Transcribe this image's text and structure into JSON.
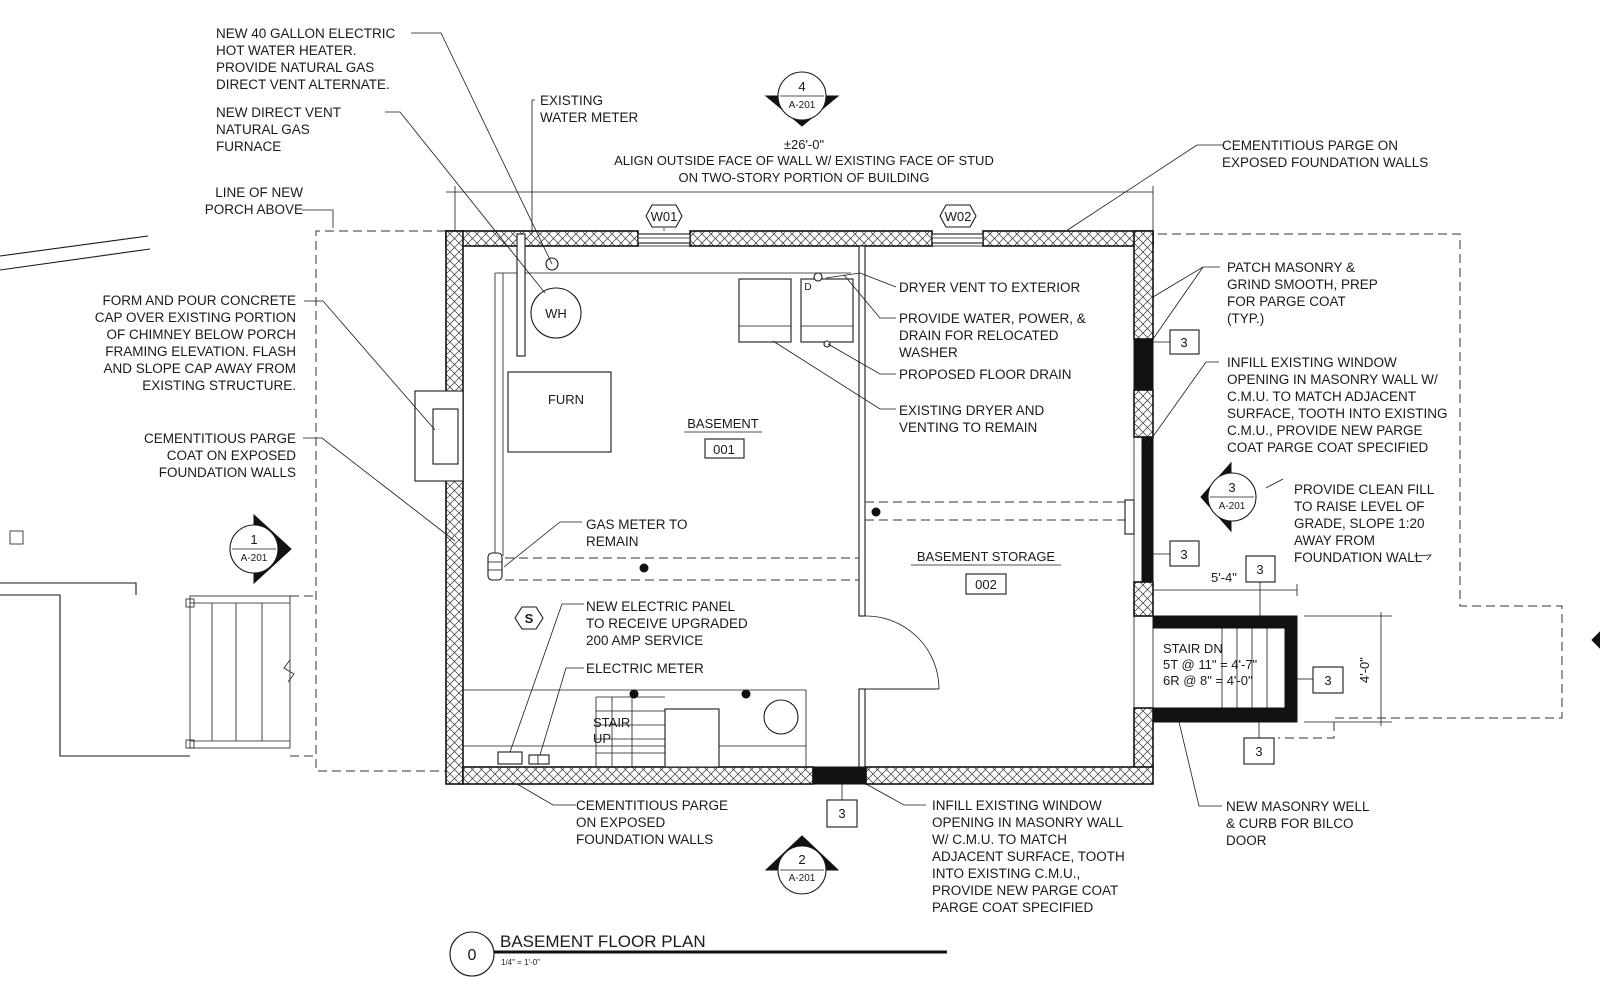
{
  "drawing": {
    "title": "BASEMENT FLOOR PLAN",
    "scale": "1/4\" = 1'-0\"",
    "number": "0"
  },
  "dimensions": {
    "overall_width": "±26'-0\"",
    "align_note_line1": "ALIGN OUTSIDE FACE OF WALL W/ EXISTING FACE OF STUD",
    "align_note_line2": "ON TWO-STORY PORTION OF BUILDING",
    "well_width": "5'-4\"",
    "well_depth": "4'-0\""
  },
  "rooms": [
    {
      "name": "BASEMENT",
      "number": "001"
    },
    {
      "name": "BASEMENT STORAGE",
      "number": "002"
    }
  ],
  "sections": [
    {
      "num": "4",
      "sheet": "A-201"
    },
    {
      "num": "3",
      "sheet": "A-201"
    },
    {
      "num": "1",
      "sheet": "A-201"
    },
    {
      "num": "2",
      "sheet": "A-201"
    }
  ],
  "windows": [
    "W01",
    "W02"
  ],
  "keynote_tag": "3",
  "equipment": {
    "water_heater": "WH",
    "furnace": "FURN",
    "dryer": "D",
    "panel_symbol": "S",
    "stair_up_1": "STAIR",
    "stair_up_2": "UP",
    "stair_dn": "STAIR DN",
    "stair_dn_t": "5T @ 11\" = 4'-7\"",
    "stair_dn_r": "6R @ 8\" = 4'-0\""
  },
  "notes": {
    "water_heater": [
      "NEW 40 GALLON ELECTRIC",
      "HOT  WATER HEATER.",
      "PROVIDE NATURAL GAS",
      "DIRECT VENT ALTERNATE."
    ],
    "furnace": [
      "NEW DIRECT VENT",
      "NATURAL GAS",
      "FURNACE"
    ],
    "water_meter": [
      "EXISTING",
      "WATER METER"
    ],
    "porch_line": [
      "LINE OF NEW",
      "PORCH ABOVE"
    ],
    "chimney_cap": [
      "FORM AND POUR CONCRETE",
      "CAP OVER EXISTING PORTION",
      "OF CHIMNEY BELOW PORCH",
      "FRAMING ELEVATION. FLASH",
      "AND SLOPE CAP AWAY FROM",
      "EXISTING STRUCTURE."
    ],
    "parge_left": [
      "CEMENTITIOUS  PARGE",
      "COAT ON EXPOSED",
      "FOUNDATION WALLS"
    ],
    "parge_top": [
      "CEMENTITIOUS PARGE ON",
      "EXPOSED FOUNDATION WALLS"
    ],
    "patch_masonry": [
      "PATCH MASONRY &",
      "GRIND SMOOTH, PREP",
      "FOR PARGE COAT",
      "(TYP.)"
    ],
    "infill_right": [
      "INFILL EXISTING WINDOW",
      "OPENING IN MASONRY WALL W/",
      "C.M.U. TO MATCH ADJACENT",
      "SURFACE, TOOTH INTO EXISTING",
      "C.M.U.,  PROVIDE NEW PARGE",
      "COAT PARGE COAT SPECIFIED"
    ],
    "clean_fill": [
      "PROVIDE CLEAN FILL",
      "TO RAISE LEVEL OF",
      "GRADE, SLOPE 1:20",
      "AWAY FROM",
      "FOUNDATION WALL"
    ],
    "dryer_vent": [
      "DRYER VENT TO EXTERIOR"
    ],
    "washer": [
      "PROVIDE WATER, POWER, &",
      "DRAIN FOR RELOCATED",
      "WASHER"
    ],
    "floor_drain": [
      "PROPOSED FLOOR DRAIN"
    ],
    "dryer_existing": [
      "EXISTING DRYER AND",
      "VENTING TO REMAIN"
    ],
    "gas_meter": [
      "GAS METER TO",
      "REMAIN"
    ],
    "panel": [
      "NEW ELECTRIC PANEL",
      "TO RECEIVE UPGRADED",
      "200 AMP SERVICE"
    ],
    "electric_meter": [
      "ELECTRIC METER"
    ],
    "parge_bottom": [
      "CEMENTITIOUS PARGE",
      "ON EXPOSED",
      "FOUNDATION WALLS"
    ],
    "infill_bottom": [
      "INFILL EXISTING WINDOW",
      "OPENING IN MASONRY WALL",
      "W/ C.M.U. TO MATCH",
      "ADJACENT SURFACE, TOOTH",
      "INTO EXISTING C.M.U.,",
      "PROVIDE NEW PARGE COAT",
      "PARGE COAT SPECIFIED"
    ],
    "masonry_well": [
      "NEW MASONRY WELL",
      "& CURB FOR BILCO",
      "DOOR"
    ]
  }
}
